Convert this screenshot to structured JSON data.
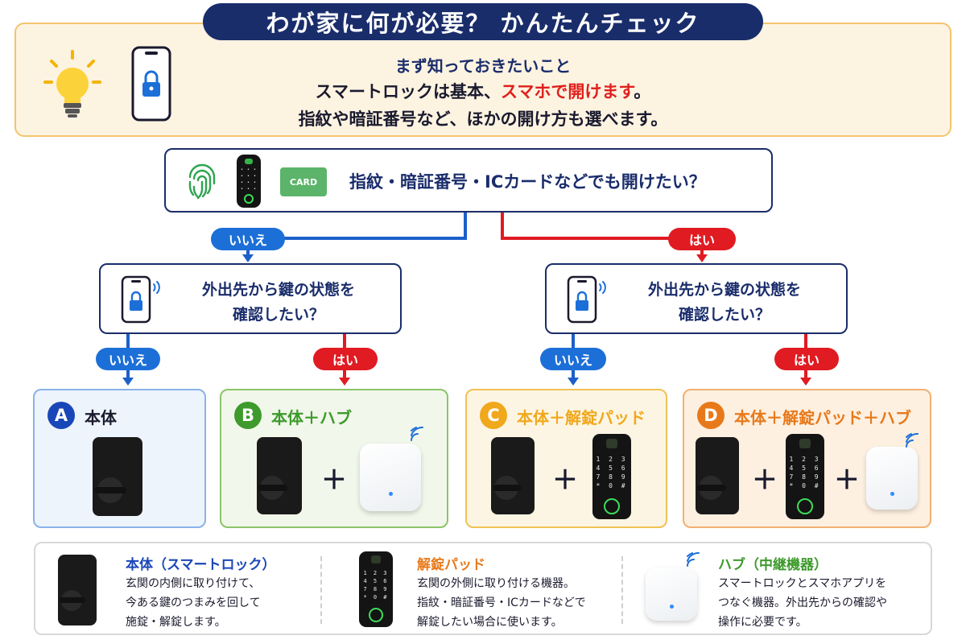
{
  "title": "わが家に何が必要？ かんたんチェック",
  "info": {
    "heading": "まず知っておきたいこと",
    "line2_prefix": "スマートロックは基本、",
    "line2_highlight": "スマホで開けます",
    "line2_suffix": "。",
    "line3": "指紋や暗証番号など、ほかの開け方も選べます。"
  },
  "q1": {
    "card_label": "CARD",
    "text": "指紋・暗証番号・ICカードなどでも開けたい？"
  },
  "answers": {
    "no": "いいえ",
    "yes": "はい"
  },
  "q2": {
    "line1": "外出先から鍵の状態を",
    "line2": "確認したい？"
  },
  "options": [
    {
      "letter": "A",
      "title": "本体",
      "color": "#1a47b8"
    },
    {
      "letter": "B",
      "title": "本体＋ハブ",
      "color": "#3e9a2c"
    },
    {
      "letter": "C",
      "title": "本体＋解錠パッド",
      "color": "#f0a81c"
    },
    {
      "letter": "D",
      "title": "本体＋解錠パッド＋ハブ",
      "color": "#e8791a"
    }
  ],
  "plus": "＋",
  "legend": [
    {
      "title": "本体（スマートロック）",
      "color": "#1a47b8",
      "lines": [
        "玄関の内側に取り付けて、",
        "今ある鍵のつまみを回して",
        "施錠・解錠します。"
      ]
    },
    {
      "title": "解錠パッド",
      "color": "#e8791a",
      "lines": [
        "玄関の外側に取り付ける機器。",
        "指紋・暗証番号・ICカードなどで",
        "解錠したい場合に使います。"
      ]
    },
    {
      "title": "ハブ（中継機器）",
      "color": "#3e9a2c",
      "lines": [
        "スマートロックとスマホアプリを",
        "つなぐ機器。外出先からの確認や",
        "操作に必要です。"
      ]
    }
  ],
  "icons": {
    "lightbulb": "lightbulb-icon",
    "phone_lock": "phone-lock-icon",
    "fingerprint": "fingerprint-icon",
    "keypad": "keypad-icon",
    "card": "card-icon"
  }
}
